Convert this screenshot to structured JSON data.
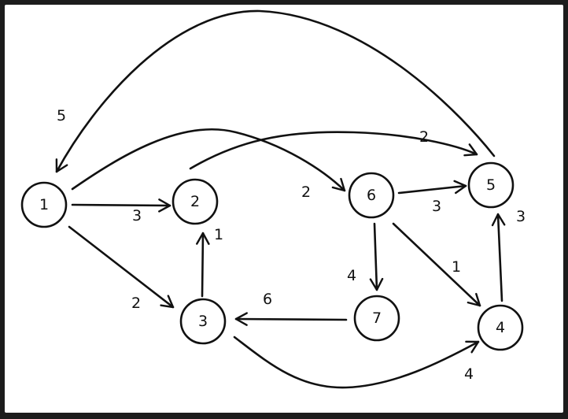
{
  "graph": {
    "nodes": [
      {
        "id": "n1",
        "label": "1"
      },
      {
        "id": "n2",
        "label": "2"
      },
      {
        "id": "n3",
        "label": "3"
      },
      {
        "id": "n4",
        "label": "4"
      },
      {
        "id": "n5",
        "label": "5"
      },
      {
        "id": "n6",
        "label": "6"
      },
      {
        "id": "n7",
        "label": "7"
      }
    ],
    "edges": [
      {
        "id": "e5-1",
        "from": "5",
        "to": "1",
        "weight": "5"
      },
      {
        "id": "e1-6",
        "from": "1",
        "to": "6",
        "weight": "2"
      },
      {
        "id": "e2-5",
        "from": "2",
        "to": "5",
        "weight": "2"
      },
      {
        "id": "e1-2",
        "from": "1",
        "to": "2",
        "weight": "3"
      },
      {
        "id": "e1-3",
        "from": "1",
        "to": "3",
        "weight": "2"
      },
      {
        "id": "e3-2",
        "from": "3",
        "to": "2",
        "weight": "1"
      },
      {
        "id": "e6-5",
        "from": "6",
        "to": "5",
        "weight": "3"
      },
      {
        "id": "e6-7",
        "from": "6",
        "to": "7",
        "weight": "4"
      },
      {
        "id": "e6-4",
        "from": "6",
        "to": "4",
        "weight": "1"
      },
      {
        "id": "e4-5",
        "from": "4",
        "to": "5",
        "weight": "3"
      },
      {
        "id": "e7-3",
        "from": "7",
        "to": "3",
        "weight": "6"
      },
      {
        "id": "e3-4",
        "from": "3",
        "to": "4",
        "weight": "4"
      }
    ]
  }
}
